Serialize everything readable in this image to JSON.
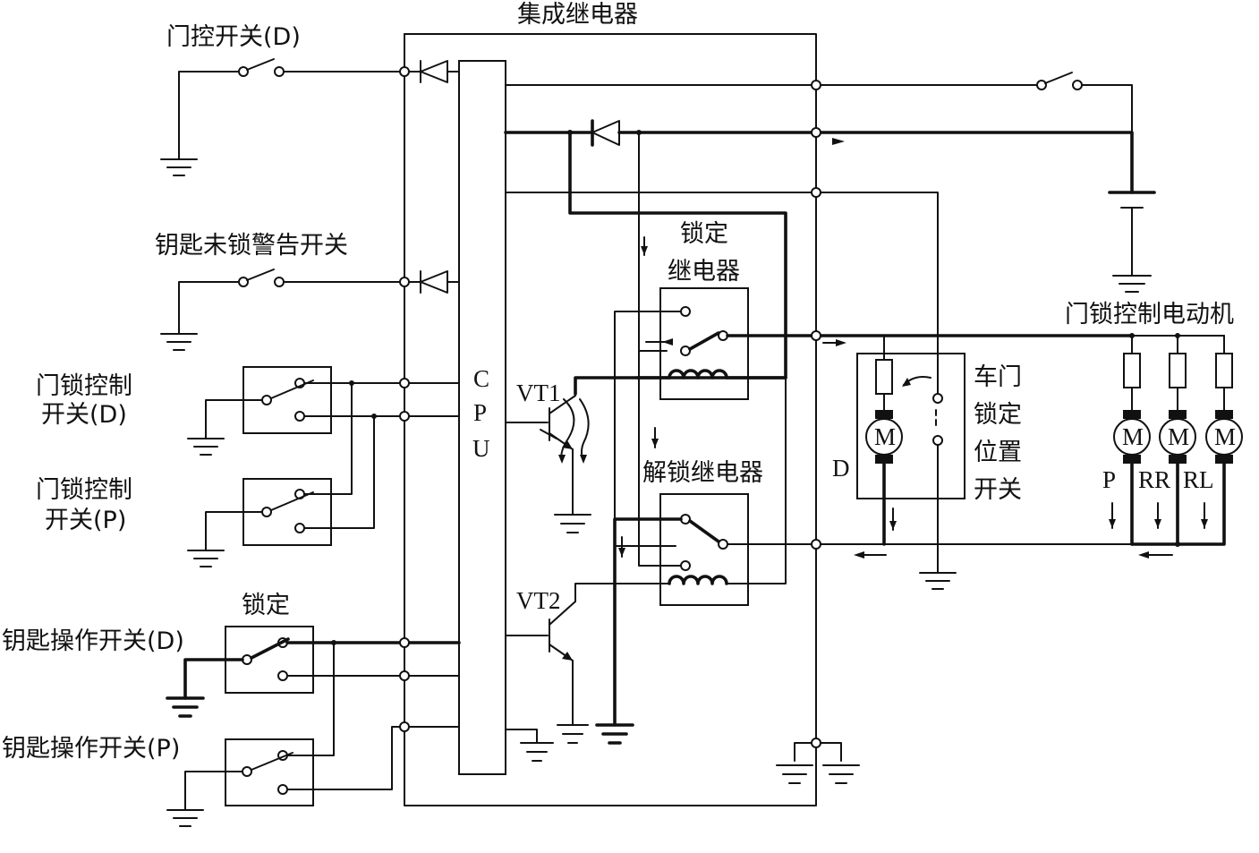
{
  "labels": {
    "integrated_relay": "集成继电器",
    "door_control_switch": "门控开关(D)",
    "key_unlock_warning_switch": "钥匙未锁警告开关",
    "door_lock_switch_d_line1": "门锁控制",
    "door_lock_switch_d_line2": "开关(D)",
    "door_lock_switch_p_line1": "门锁控制",
    "door_lock_switch_p_line2": "开关(P)",
    "lock_label": "锁定",
    "key_switch_d": "钥匙操作开关(D)",
    "key_switch_p": "钥匙操作开关(P)",
    "cpu_c": "C",
    "cpu_p": "P",
    "cpu_u": "U",
    "vt1": "VT1",
    "vt2": "VT2",
    "lock_relay_line1": "锁定",
    "lock_relay_line2": "继电器",
    "unlock_relay": "解锁继电器",
    "door_lock_motor": "门锁控制电动机",
    "door_pos_line1": "车门",
    "door_pos_line2": "锁定",
    "door_pos_line3": "位置",
    "door_pos_line4": "开关",
    "motor_d": "D",
    "motor_p": "P",
    "motor_rr": "RR",
    "motor_rl": "RL",
    "motor_symbol": "M"
  }
}
